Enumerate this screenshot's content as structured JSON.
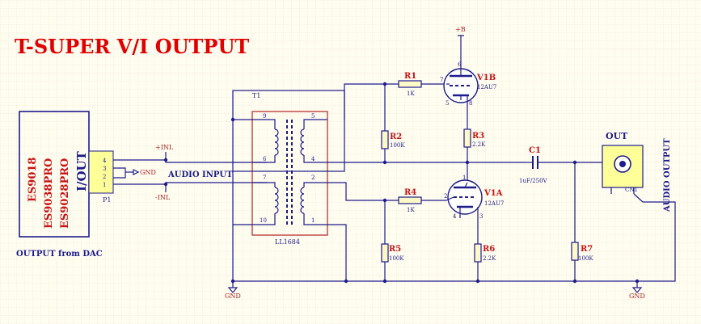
{
  "title": "T-SUPER  V/I OUTPUT",
  "dac_chips": [
    "ES9018",
    "ES9038PRO",
    "ES9028PRO"
  ],
  "dac_io_label": "I/OUT",
  "dac_caption": "OUTPUT from DAC",
  "connector_p1": {
    "ref": "P1",
    "pins": [
      "4",
      "3",
      "2",
      "1"
    ]
  },
  "nets": {
    "inl_pos": "+INL",
    "inl_neg": "-INL",
    "gnd": "GND",
    "b_plus": "+B"
  },
  "audio_input_label": "AUDIO INPUT",
  "audio_output_label": "AUDIO OUTPUT",
  "transformer": {
    "ref": "T1",
    "part": "LL1684",
    "pins": [
      "9",
      "5",
      "6",
      "4",
      "7",
      "2",
      "10",
      "1"
    ]
  },
  "tube_top": {
    "ref": "V1B",
    "part": "12AU7",
    "pins": [
      "6",
      "7",
      "5",
      "8"
    ]
  },
  "tube_bottom": {
    "ref": "V1A",
    "part": "12AU7",
    "pins": [
      "1",
      "2",
      "4",
      "3"
    ]
  },
  "resistors": [
    {
      "ref": "R1",
      "value": "1K"
    },
    {
      "ref": "R2",
      "value": "100K"
    },
    {
      "ref": "R3",
      "value": "2.2K"
    },
    {
      "ref": "R4",
      "value": "1K"
    },
    {
      "ref": "R5",
      "value": "100K"
    },
    {
      "ref": "R6",
      "value": "2.2K"
    },
    {
      "ref": "R7",
      "value": "100K"
    }
  ],
  "capacitor": {
    "ref": "C1",
    "value": "1uF/250V"
  },
  "output_jack": {
    "label": "OUT",
    "ref": "CN1"
  }
}
